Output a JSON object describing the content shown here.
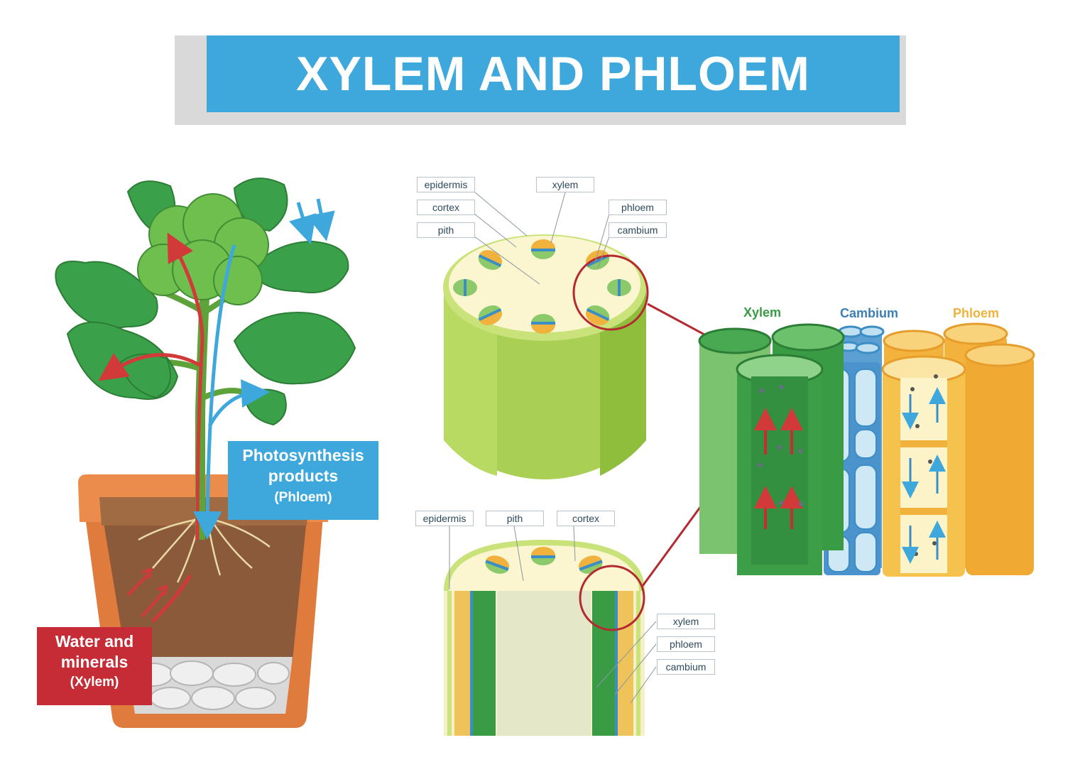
{
  "title": "XYLEM AND PHLOEM",
  "plant": {
    "phloem_callout": {
      "line1": "Photosynthesis",
      "line2": "products",
      "line3": "(Phloem)"
    },
    "xylem_callout": {
      "line1": "Water and",
      "line2": "minerals",
      "line3": "(Xylem)"
    }
  },
  "cross_section_top": {
    "labels": {
      "epidermis": "epidermis",
      "cortex": "cortex",
      "pith": "pith",
      "xylem": "xylem",
      "phloem": "phloem",
      "cambium": "cambium"
    }
  },
  "cross_section_bottom": {
    "labels": {
      "epidermis": "epidermis",
      "pith": "pith",
      "cortex": "cortex",
      "xylem": "xylem",
      "phloem": "phloem",
      "cambium": "cambium"
    }
  },
  "tissue_detail": {
    "xylem_title": "Xylem",
    "cambium_title": "Cambium",
    "phloem_title": "Phloem"
  },
  "colors": {
    "banner": "#3ea8dd",
    "xylem_red": "#c62c36",
    "phloem_blue": "#3ea8dd",
    "xylem_green": "#3a9b45",
    "cambium_blue": "#3b8ec5",
    "phloem_gold": "#f0b23c"
  }
}
